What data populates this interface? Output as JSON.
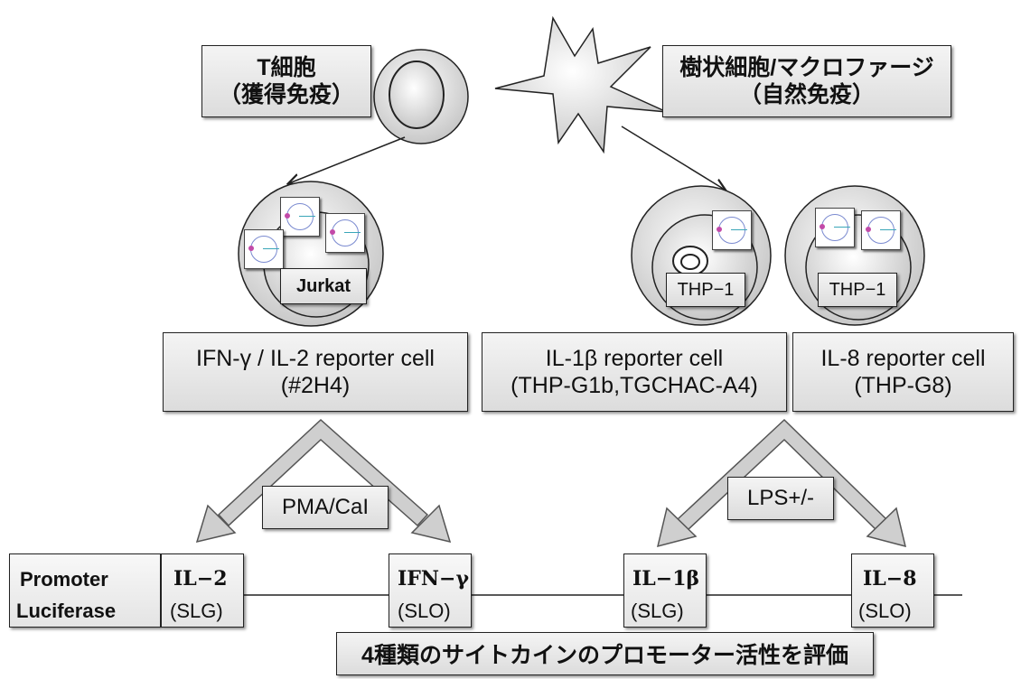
{
  "t_cell": {
    "line1": "T細胞",
    "line2": "（獲得免疫）"
  },
  "dc_cell": {
    "line1": "樹状細胞/マクロファージ",
    "line2": "（自然免疫）"
  },
  "cells": [
    {
      "name": "Jurkat"
    },
    {
      "name": "THP−1"
    },
    {
      "name": "THP−1"
    }
  ],
  "reporters": [
    {
      "line1": "IFN-γ / IL-2 reporter cell",
      "line2": "(#2H4)"
    },
    {
      "line1": "IL-1β reporter cell",
      "line2": "(THP-G1b,TGCHAC-A4)"
    },
    {
      "line1": "IL-8 reporter cell",
      "line2": "(THP-G8)"
    }
  ],
  "stimuli": [
    "PMA/CaI",
    "LPS+/-"
  ],
  "rows": {
    "promoter": "Promoter",
    "luciferase": "Luciferase"
  },
  "targets": [
    {
      "promoter": "IL−2",
      "luciferase": "(SLG)"
    },
    {
      "promoter": "IFN−γ",
      "luciferase": "(SLO)"
    },
    {
      "promoter": "IL−1β",
      "luciferase": "(SLG)"
    },
    {
      "promoter": "IL−8",
      "luciferase": "(SLO)"
    }
  ],
  "summary": "4種類のサイトカインのプロモーター活性を評価"
}
